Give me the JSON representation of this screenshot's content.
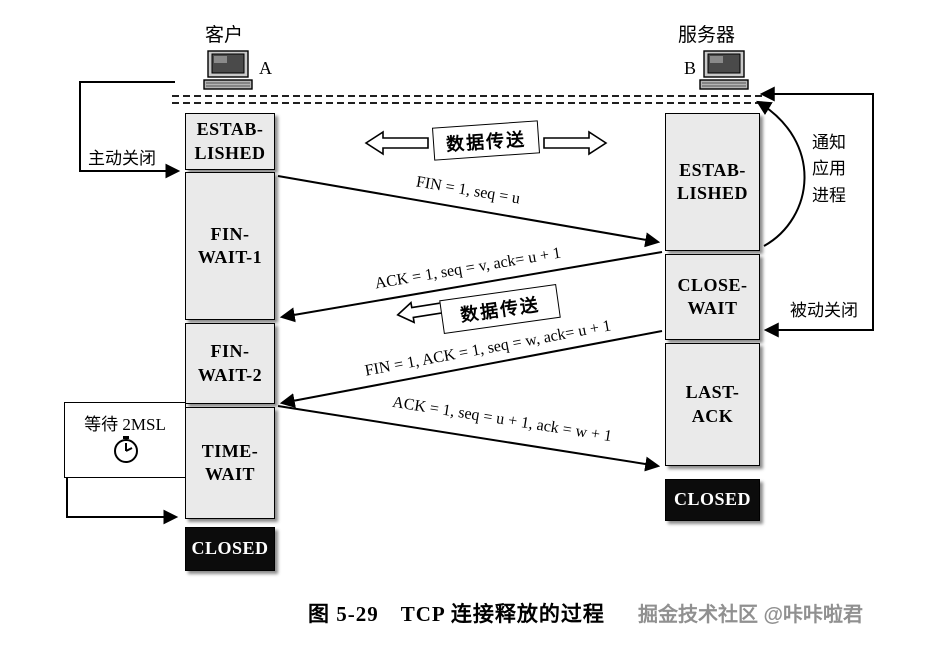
{
  "header": {
    "client_title": "客户",
    "client_letter": "A",
    "server_title": "服务器",
    "server_letter": "B"
  },
  "client_states": {
    "established": "ESTAB-\nLISHED",
    "fin_wait_1": "FIN-\nWAIT-1",
    "fin_wait_2": "FIN-\nWAIT-2",
    "time_wait": "TIME-\nWAIT",
    "closed": "CLOSED"
  },
  "server_states": {
    "established": "ESTAB-\nLISHED",
    "close_wait": "CLOSE-\nWAIT",
    "last_ack": "LAST-\nACK",
    "closed": "CLOSED"
  },
  "messages": {
    "fin1": "FIN = 1, seq = u",
    "ack1": "ACK = 1, seq = v, ack= u + 1",
    "fin2": "FIN = 1, ACK = 1, seq = w, ack= u + 1",
    "ack2": "ACK = 1, seq = u + 1, ack = w + 1"
  },
  "annotations": {
    "active_close": "主动关闭",
    "passive_close": "被动关闭",
    "notify_app": "通知\n应用\n进程",
    "wait_2msl": "等待 2MSL",
    "data_transfer_top": "数据传送",
    "data_transfer_mid": "数据传送"
  },
  "caption": "图 5-29　TCP 连接释放的过程",
  "watermark": "掘金技术社区 @咔咔啦君",
  "colors": {
    "box_fill": "#eaeaea",
    "closed_fill": "#0c0c0c",
    "line": "#000000"
  }
}
